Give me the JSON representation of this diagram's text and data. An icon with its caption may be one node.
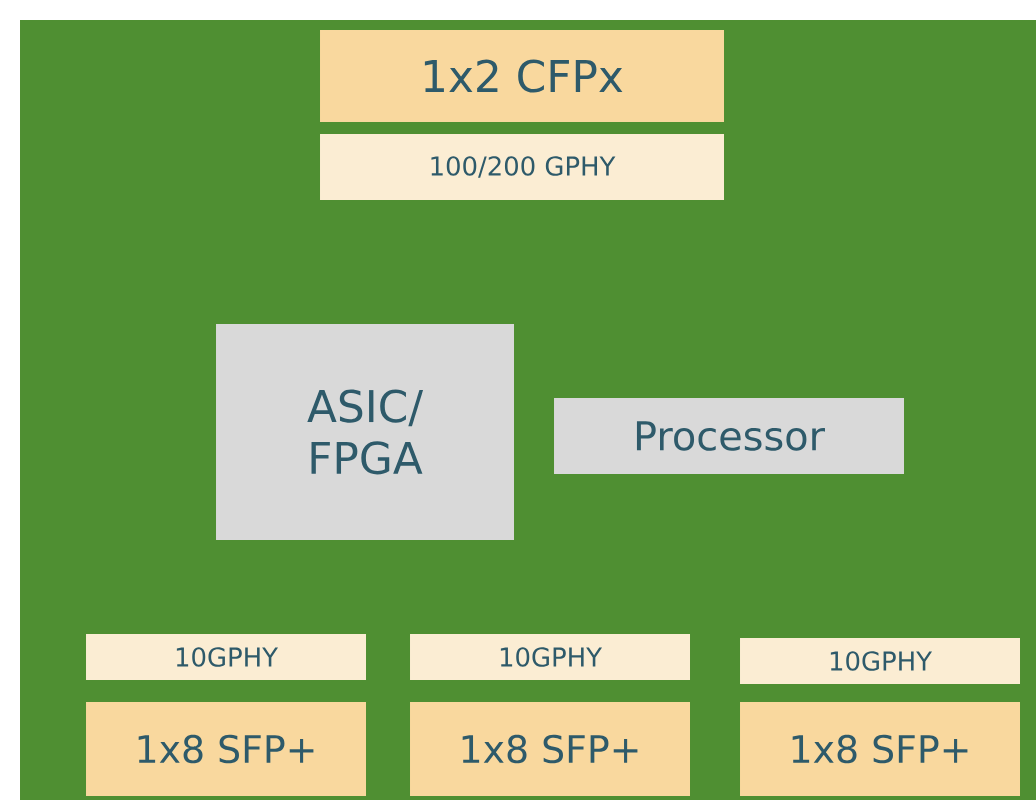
{
  "diagram": {
    "nodes": [
      {
        "text": [
          "1x2 CFPx"
        ]
      },
      {
        "text": [
          "100/200 GPHY"
        ]
      },
      {
        "text": [
          "ASIC/ FPGA"
        ]
      },
      {
        "text": [
          "Processor"
        ]
      },
      {
        "text": [
          "10GPHY"
        ]
      },
      {
        "text": [
          "10GPHY"
        ]
      },
      {
        "text": [
          "10GPHY"
        ]
      },
      {
        "text": [
          "1x8 SFP+"
        ]
      },
      {
        "text": [
          "1x8 SFP+"
        ]
      },
      {
        "text": [
          "1x8 SFP+"
        ]
      }
    ]
  }
}
